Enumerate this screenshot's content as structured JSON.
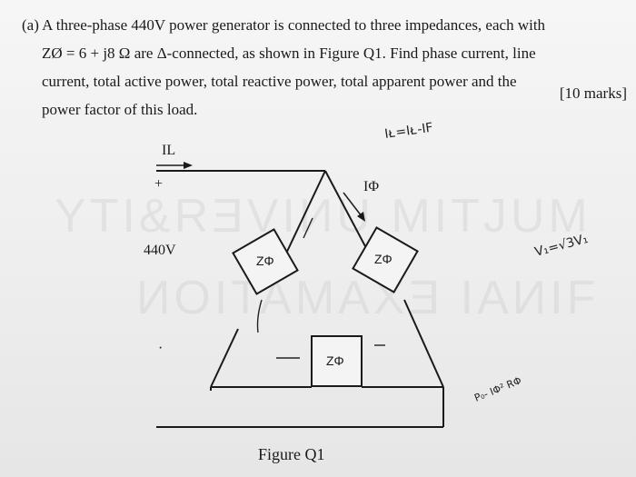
{
  "question": {
    "line1": "(a) A three-phase 440V power generator is connected to three impedances, each with",
    "line2": "ZØ = 6 + j8 Ω are Δ-connected, as shown in Figure Q1. Find phase current, line",
    "line3": "current, total active power, total reactive power, total apparent power and the",
    "line4": "power factor of this load.",
    "marks": "[10 marks]"
  },
  "figure": {
    "line_current_label": "IL",
    "plus_sign": "+",
    "voltage_label": "440V",
    "phase_current_label": "IΦ",
    "impedance_label": "ZΦ",
    "minus_sign": "-",
    "caption": "Figure Q1"
  },
  "handwriting": {
    "note_top": "Iᴌ=Iᴌ-IF",
    "note_right": "V₁=√3V₁",
    "note_bottom": "P₀- IΦ² RΦ"
  }
}
